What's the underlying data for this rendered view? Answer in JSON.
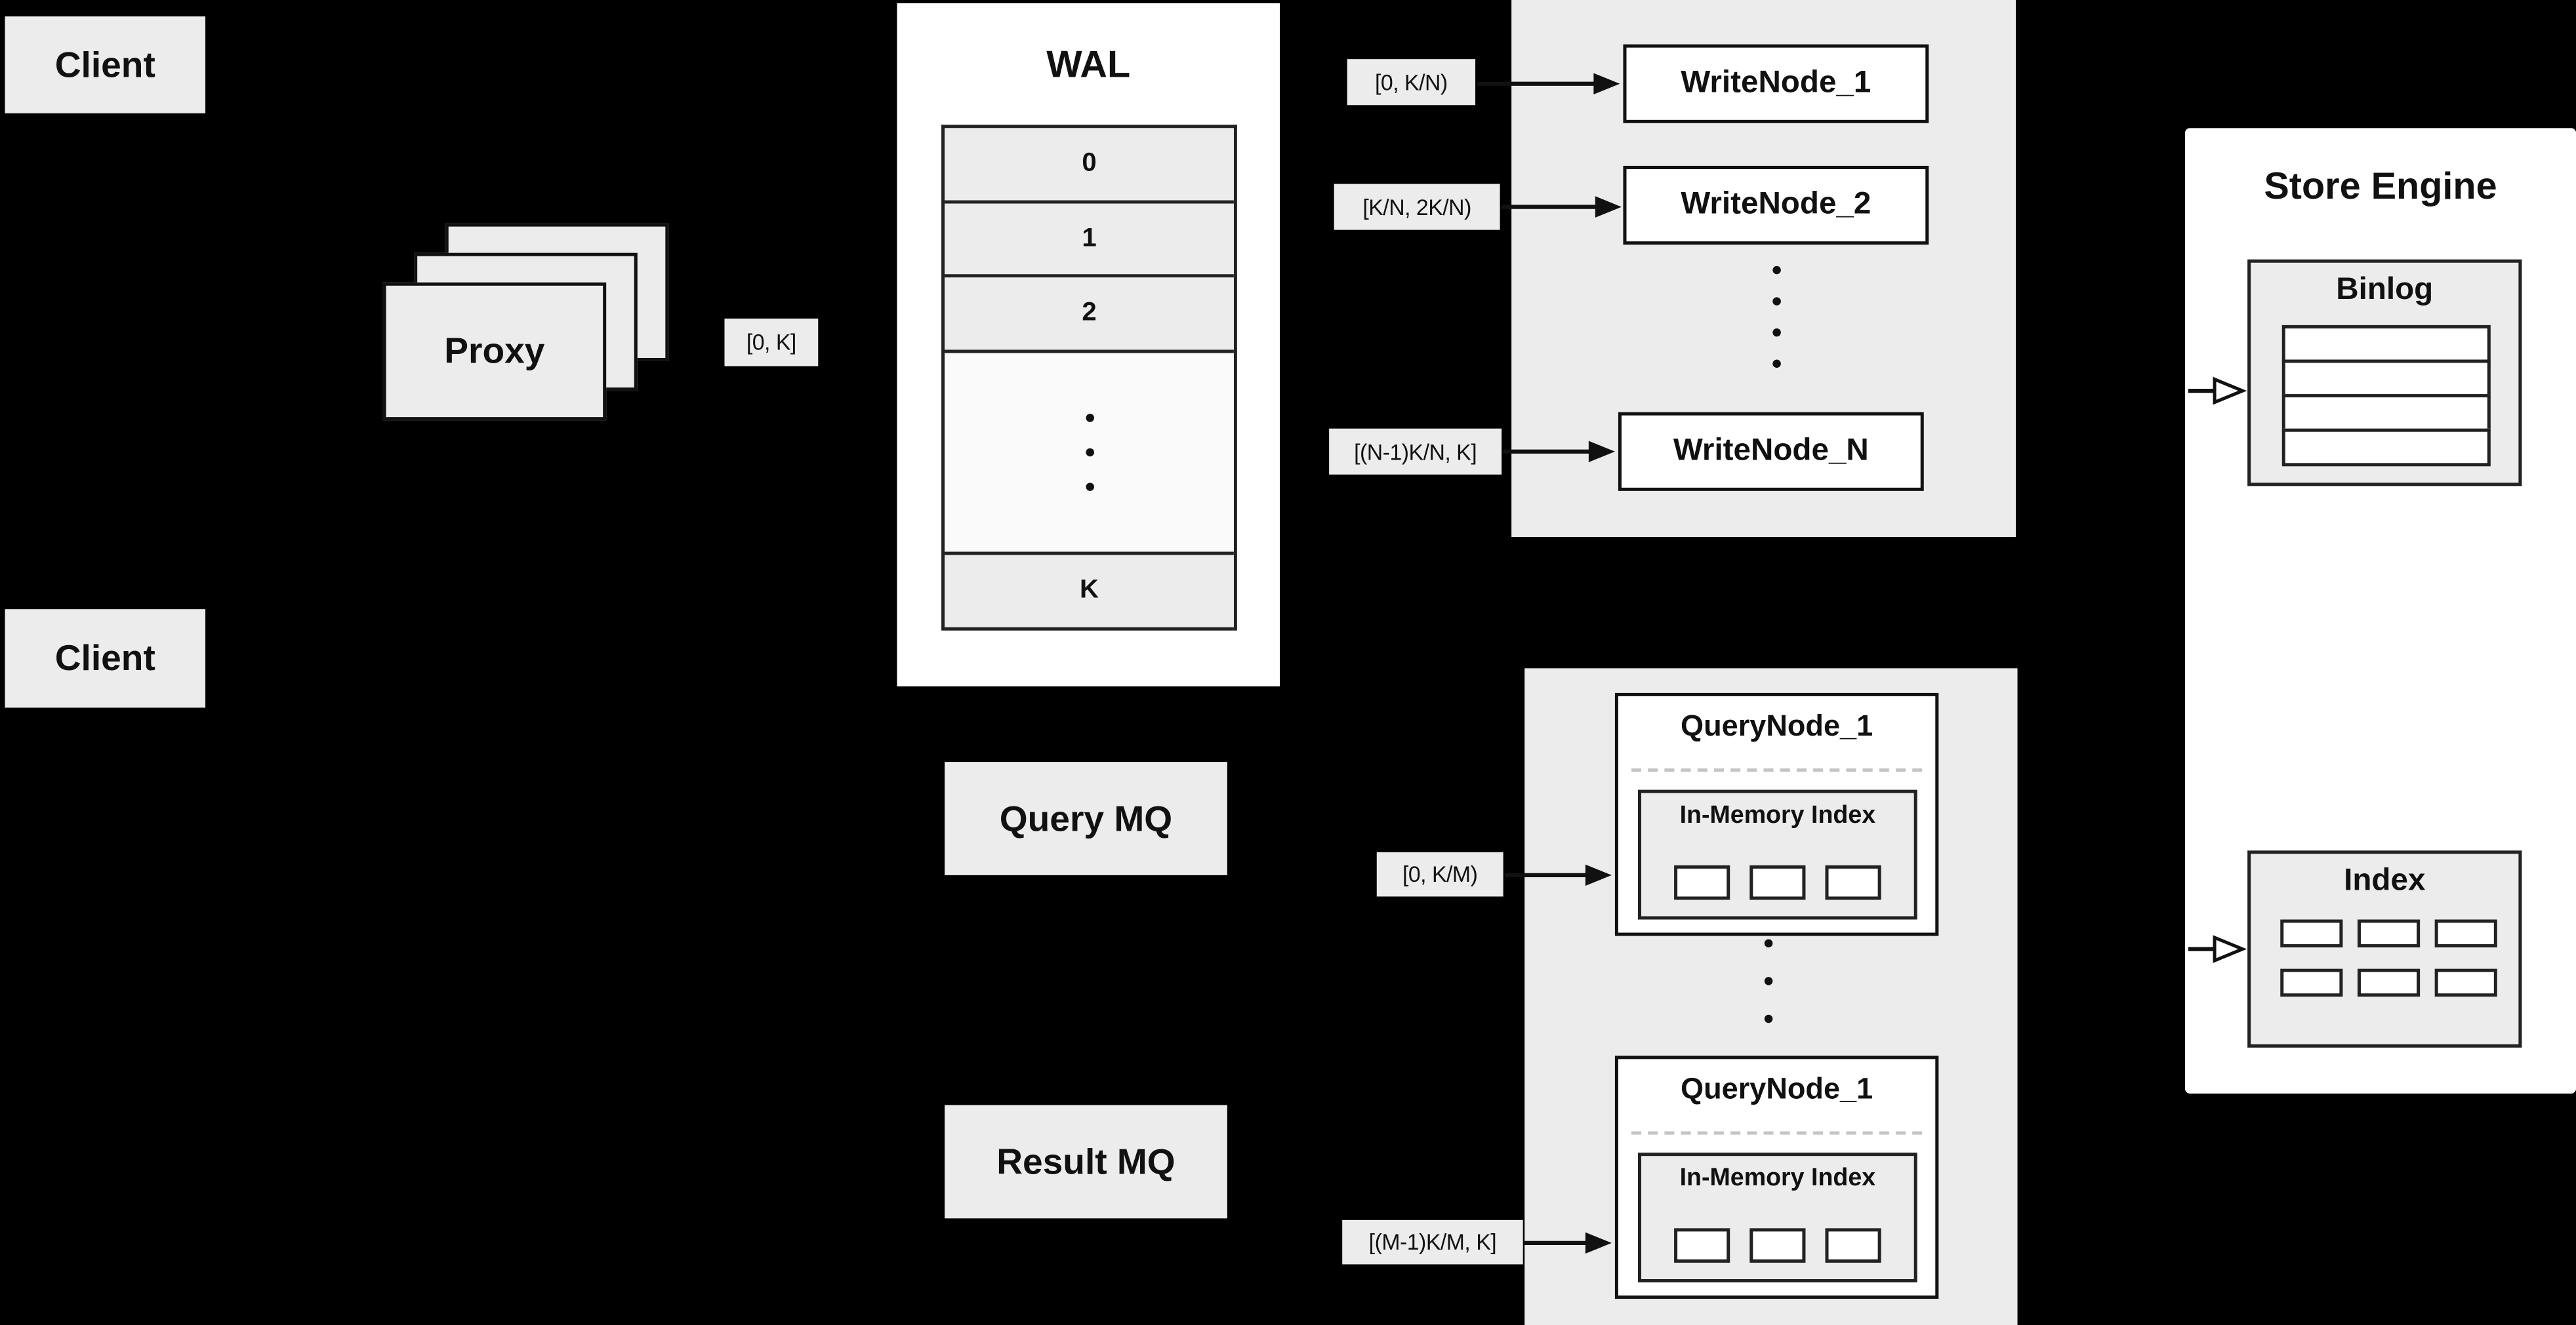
{
  "colors": {
    "background": "#000000",
    "panel_gray": "#ececec",
    "node_fill": "#ffffff",
    "line": "#111111"
  },
  "clients": {
    "top": "Client",
    "bottom": "Client"
  },
  "proxy": {
    "label": "Proxy",
    "range_out": "[0, K]"
  },
  "wal": {
    "title": "WAL",
    "rows": [
      "0",
      "1",
      "2"
    ],
    "last_row": "K"
  },
  "write_nodes": {
    "items": [
      {
        "range": "[0, K/N)",
        "label": "WriteNode_1"
      },
      {
        "range": "[K/N, 2K/N)",
        "label": "WriteNode_2"
      },
      {
        "range": "[(N-1)K/N, K]",
        "label": "WriteNode_N"
      }
    ]
  },
  "store_engine": {
    "title": "Store Engine",
    "binlog_title": "Binlog",
    "index_title": "Index"
  },
  "mq": {
    "query": "Query MQ",
    "result": "Result MQ"
  },
  "query_nodes": {
    "items": [
      {
        "range": "[0, K/M)",
        "title": "QueryNode_1",
        "index_label": "In-Memory Index"
      },
      {
        "range": "[(M-1)K/M, K]",
        "title": "QueryNode_1",
        "index_label": "In-Memory Index"
      }
    ]
  }
}
